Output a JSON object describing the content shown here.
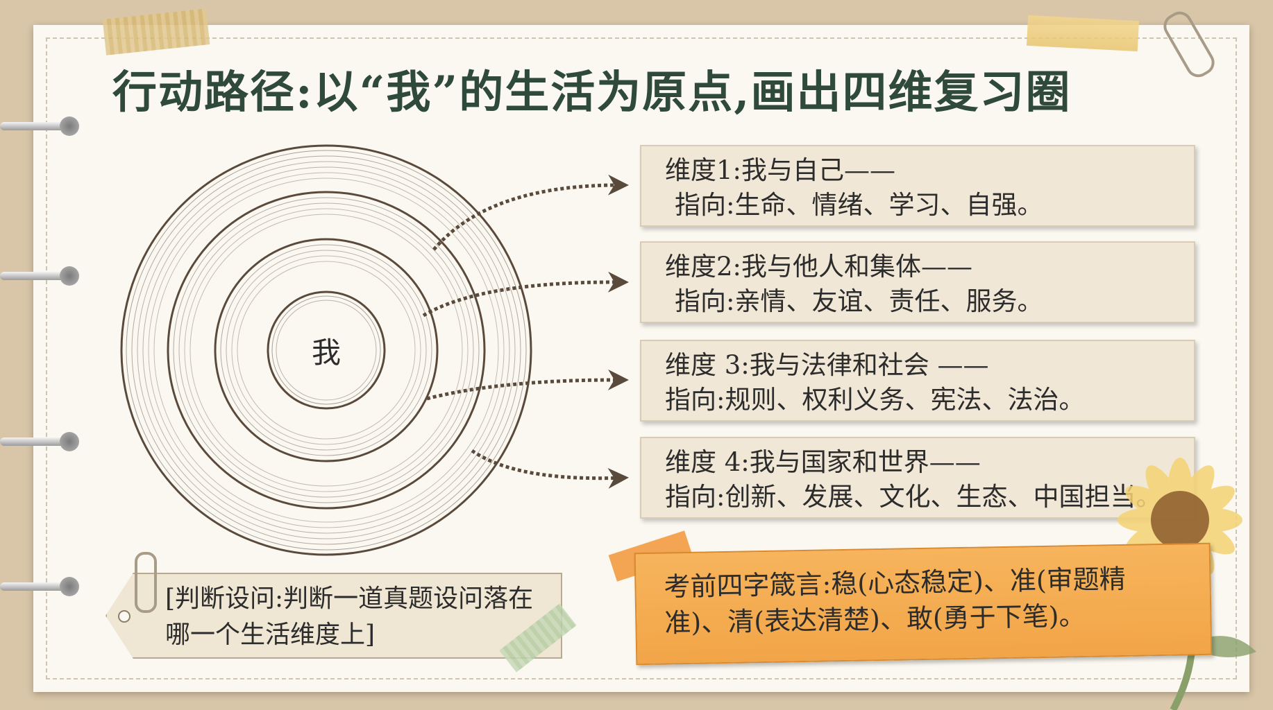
{
  "title": "行动路径:以“我”的生活为原点,画出四维复习圈",
  "center_label": "我",
  "dimensions": [
    {
      "title": "维度1:我与自己——",
      "desc": "指向:生命、情绪、学习、自强。"
    },
    {
      "title": "维度2:我与他人和集体——",
      "desc": "指向:亲情、友谊、责任、服务。"
    },
    {
      "title": "维度 3:我与法律和社会 ——",
      "desc": "指向:规则、权利义务、宪法、法治。"
    },
    {
      "title": "维度 4:我与国家和世界——",
      "desc": "指向:创新、发展、文化、生态、中国担当。"
    }
  ],
  "note": "[判断设问:判断一道真题设问落在哪一个生活维度上]",
  "advice": "考前四字箴言:稳(心态稳定)、准(审题精准)、清(表达清楚)、敢(勇于下笔)。",
  "colors": {
    "title": "#2f4a3a",
    "card_bg": "#f0e7d6",
    "advice_bg": "#f2a548",
    "rings": "#5a4a3c"
  }
}
